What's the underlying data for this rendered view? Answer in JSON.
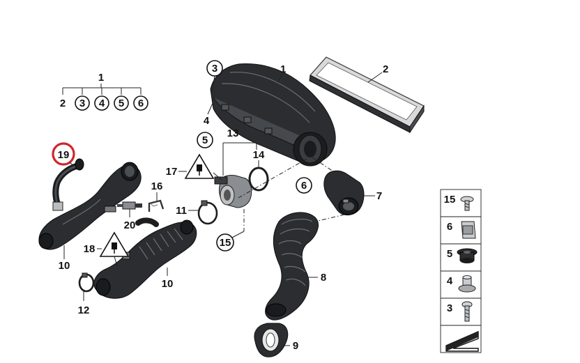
{
  "callouts": {
    "c1_top": "1",
    "c1_sub": [
      "2",
      "3",
      "4",
      "5",
      "6"
    ],
    "c1_main": "1",
    "c2": "2",
    "c3": "3",
    "c4": "4",
    "c5": "5",
    "c6": "6",
    "c7": "7",
    "c8": "8",
    "c9": "9",
    "c10a": "10",
    "c10b": "10",
    "c11": "11",
    "c12": "12",
    "c13": "13",
    "c14": "14",
    "c15": "15",
    "c16": "16",
    "c17": "17",
    "c18": "18",
    "c19": "19",
    "c20": "20"
  },
  "legend": {
    "items": [
      "15",
      "6",
      "5",
      "4",
      "3"
    ]
  },
  "colors": {
    "highlight_ring": "#d0262a",
    "part_dark": "#2b2d30",
    "text": "#111111"
  }
}
